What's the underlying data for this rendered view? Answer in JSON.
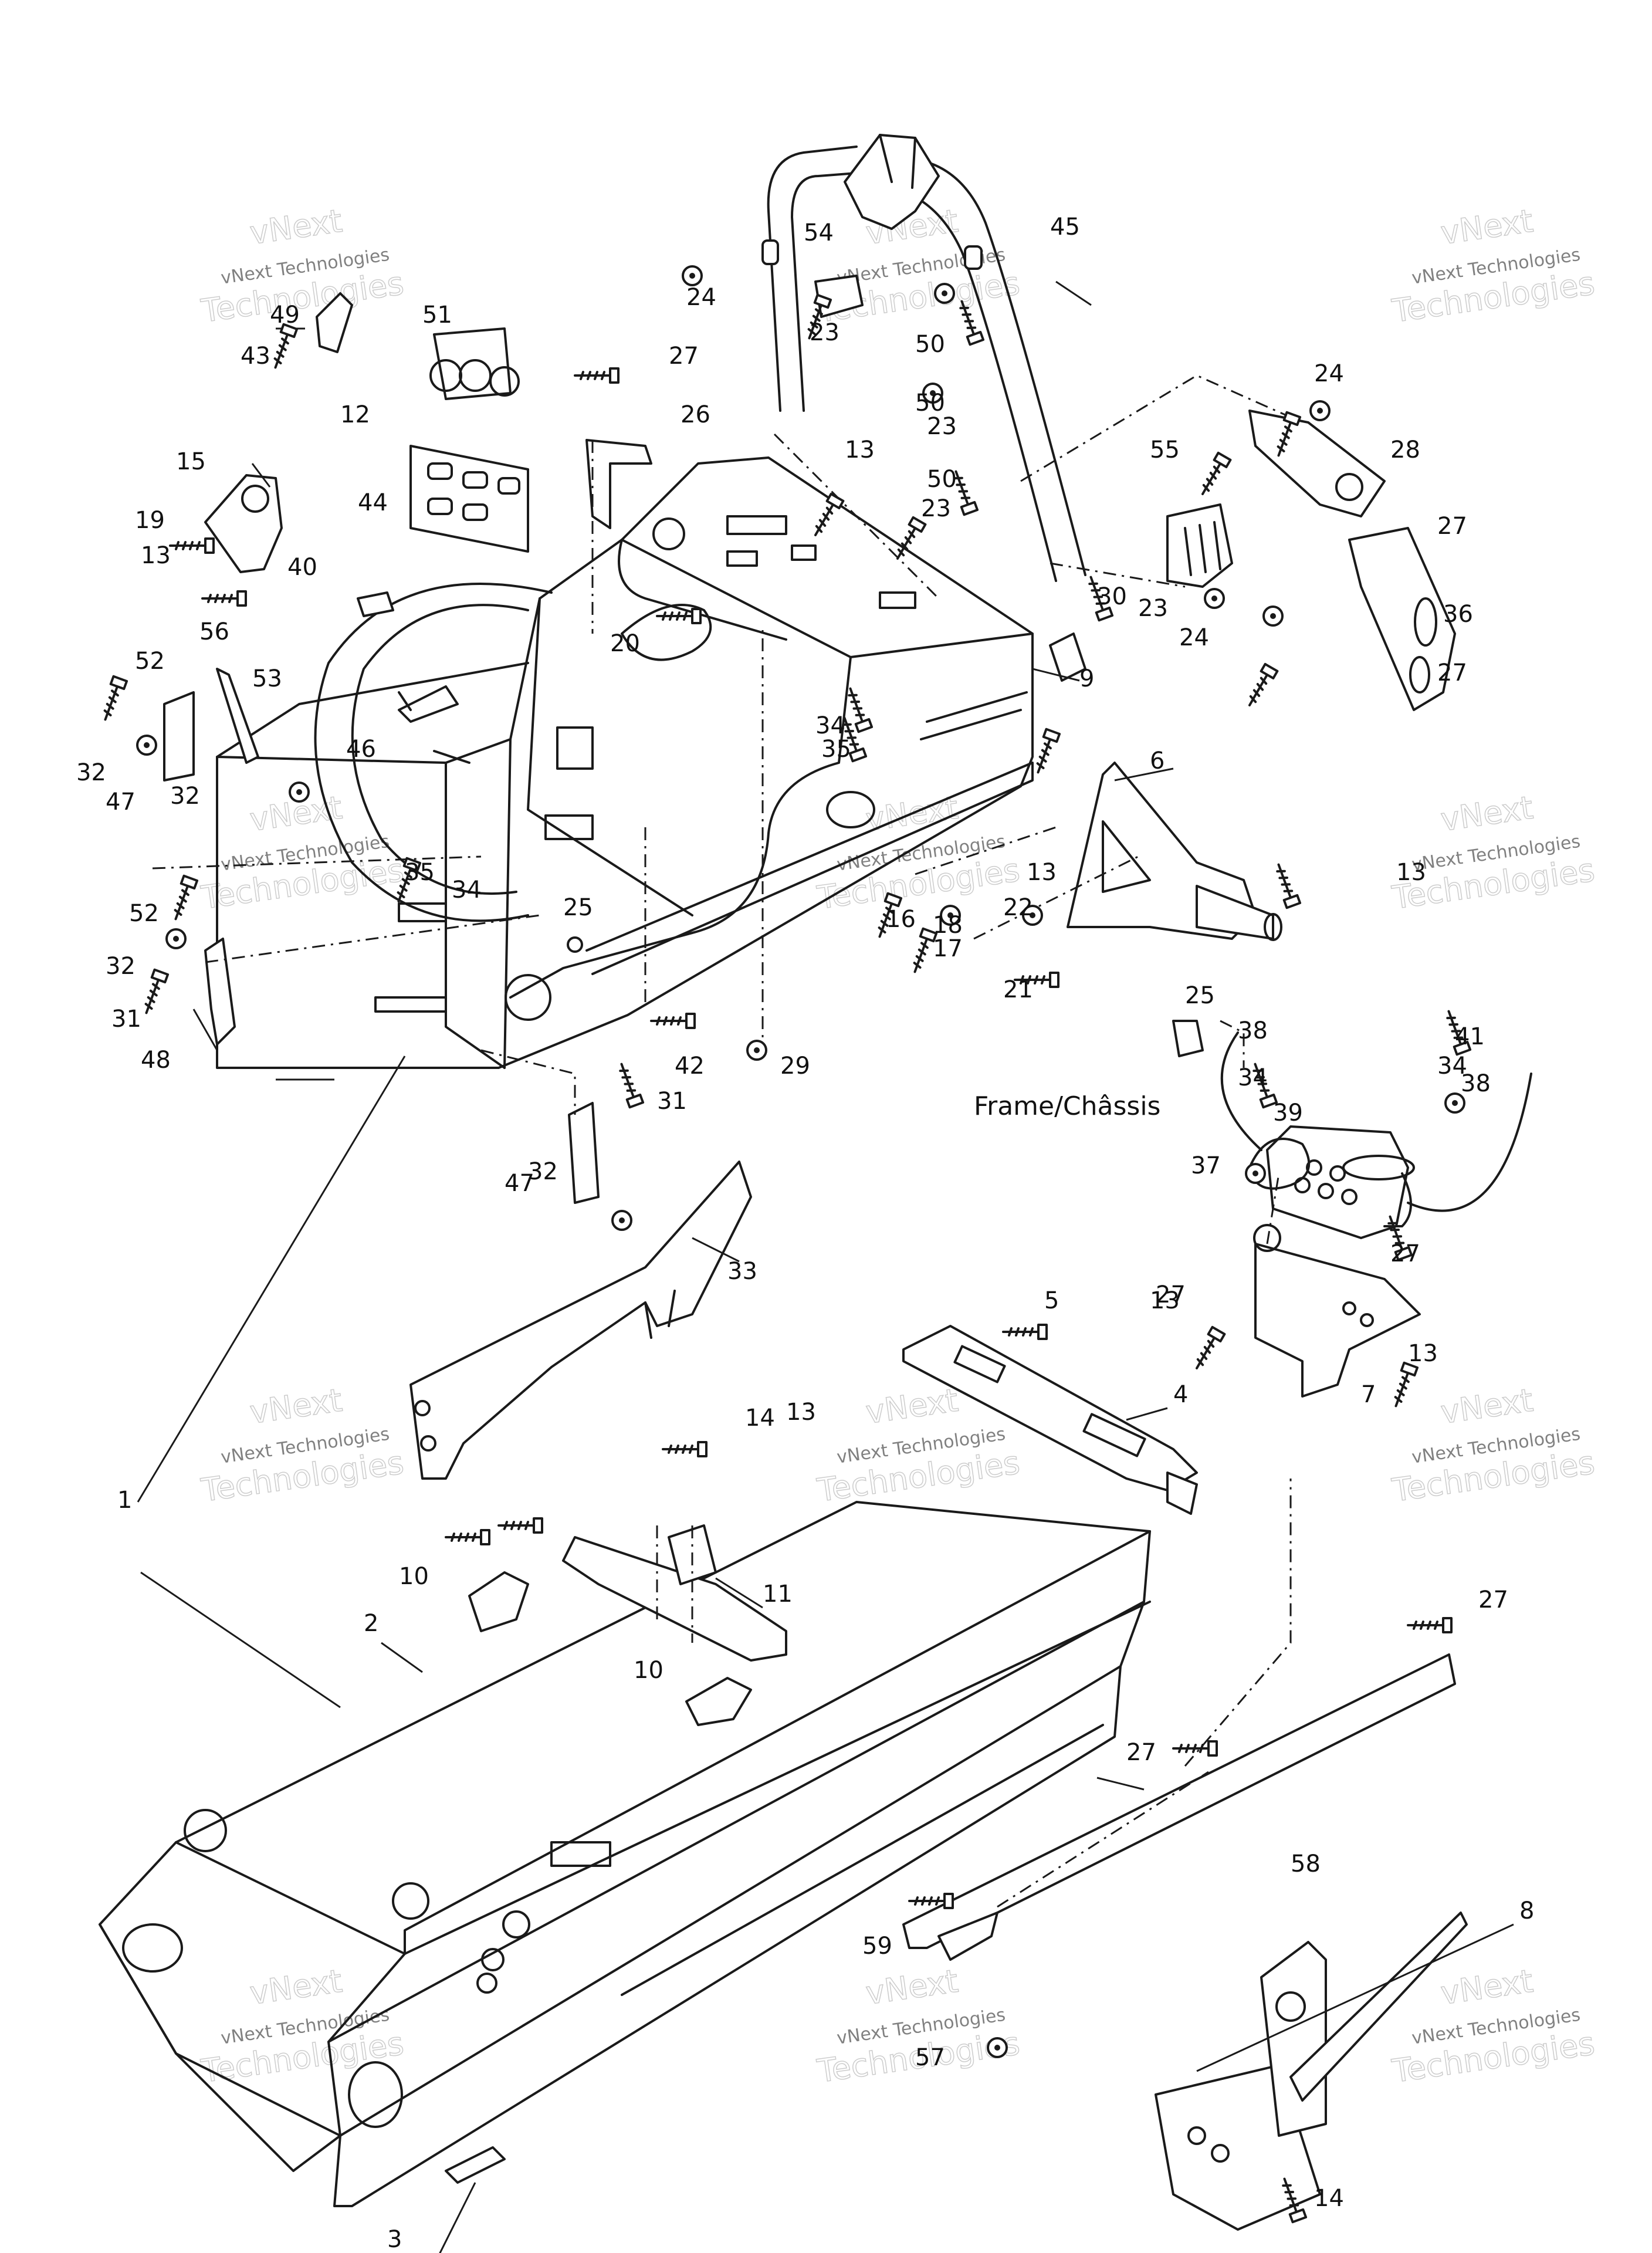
{
  "caption": "Frame/Châssis",
  "watermark": {
    "line1": "vNext",
    "line2": "vNext Technologies",
    "line3": "Technologies"
  },
  "callouts": [
    "1",
    "2",
    "3",
    "4",
    "5",
    "6",
    "7",
    "8",
    "9",
    "10",
    "10",
    "11",
    "12",
    "13",
    "13",
    "13",
    "13",
    "13",
    "13",
    "13",
    "14",
    "14",
    "15",
    "16",
    "17",
    "18",
    "19",
    "20",
    "21",
    "22",
    "23",
    "23",
    "23",
    "23",
    "24",
    "24",
    "24",
    "25",
    "25",
    "26",
    "27",
    "27",
    "27",
    "27",
    "27",
    "27",
    "27",
    "28",
    "29",
    "30",
    "31",
    "31",
    "32",
    "32",
    "32",
    "32",
    "33",
    "34",
    "34",
    "34",
    "34",
    "35",
    "35",
    "36",
    "37",
    "38",
    "38",
    "39",
    "40",
    "41",
    "42",
    "43",
    "44",
    "45",
    "46",
    "47",
    "47",
    "48",
    "49",
    "50",
    "50",
    "50",
    "51",
    "52",
    "52",
    "53",
    "54",
    "55",
    "56",
    "57",
    "58",
    "59"
  ]
}
